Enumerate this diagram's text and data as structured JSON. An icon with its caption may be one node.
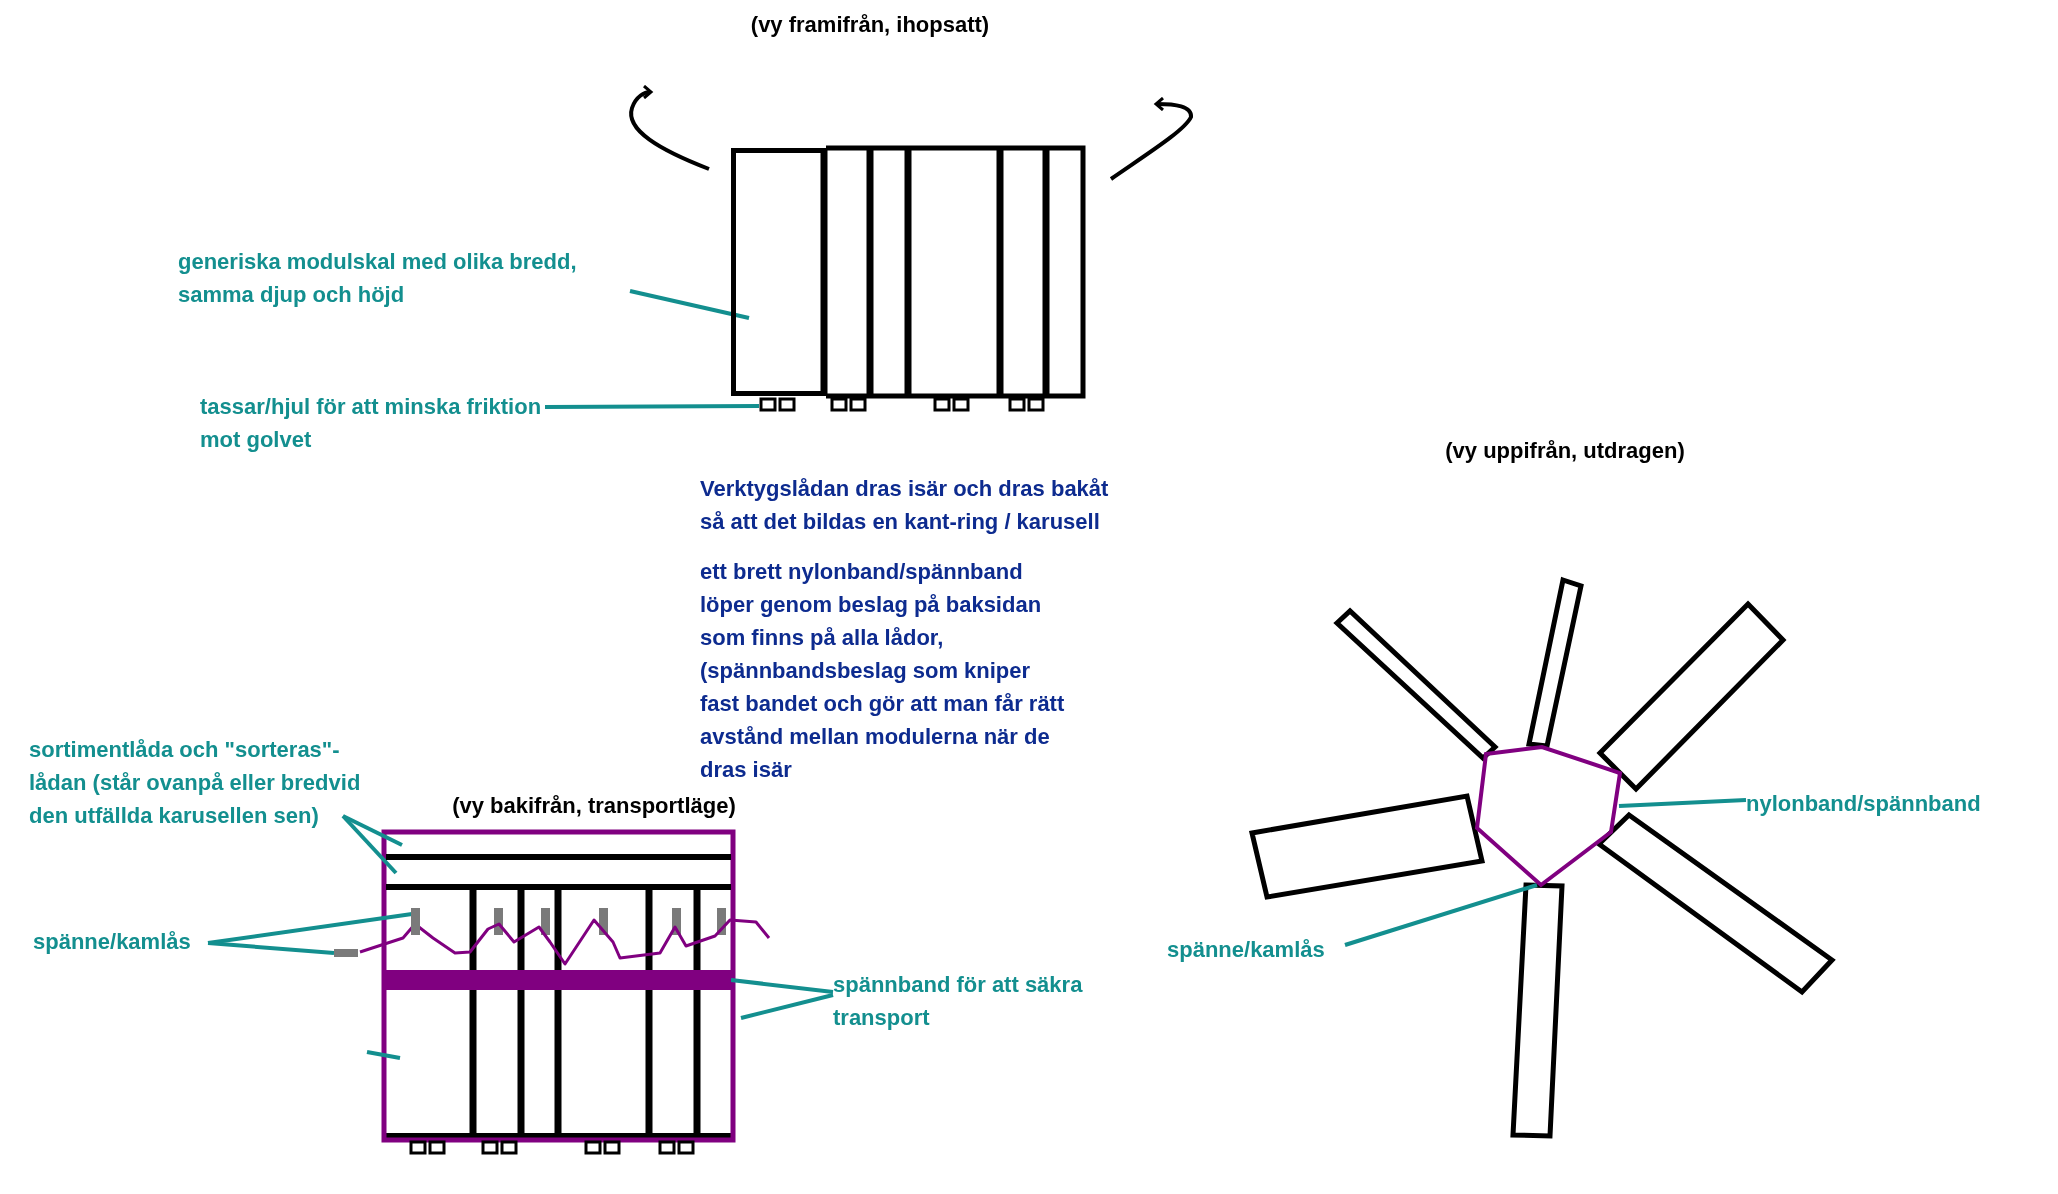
{
  "diagram": {
    "nodes": [
      {
        "text": [
          "generiska modulskal med olika bredd, samma djup och höjd"
        ]
      },
      {
        "text": [],
        "shape": "box"
      },
      {
        "text": [
          "tassar/hjul för att minska friktion mot golvet"
        ]
      },
      {
        "text": [],
        "shape": "box"
      },
      {
        "text": [
          "sortimentlåda och \"sorteras\"-lådan (står ovanpå eller bredvid den utfällda karusellen sen)"
        ]
      },
      {
        "text": [],
        "shape": "box"
      },
      {
        "text": [],
        "shape": "box"
      },
      {
        "text": [
          "spänne/kamlås"
        ]
      },
      {
        "text": [],
        "shape": "bar"
      },
      {
        "text": [],
        "shape": "bar"
      },
      {
        "text": [
          "spännband för att säkra transport"
        ]
      },
      {
        "text": [],
        "shape": "bar"
      },
      {
        "text": [
          "nylonband/spännband"
        ]
      },
      {
        "text": [],
        "shape": "hexagon"
      },
      {
        "text": [
          "spänne/kamlås"
        ]
      }
    ],
    "edges": [
      {
        "from": 0,
        "to": 1,
        "arrow": "none"
      },
      {
        "from": 2,
        "to": 3,
        "arrow": "none"
      },
      {
        "from": 4,
        "to": 5,
        "arrow": "none"
      },
      {
        "from": 4,
        "to": 6,
        "arrow": "none"
      },
      {
        "from": 7,
        "to": 8,
        "arrow": "none"
      },
      {
        "from": 7,
        "to": 9,
        "arrow": "none"
      },
      {
        "from": 10,
        "to": 11,
        "arrow": "none"
      },
      {
        "from": 10,
        "to": null,
        "arrow": "none"
      },
      {
        "from": 12,
        "to": 13,
        "arrow": "none"
      },
      {
        "from": 14,
        "to": 13,
        "arrow": "none"
      }
    ],
    "labels": [
      "(vy framifrån, ihopsatt)",
      "(vy uppifrån, utdragen)",
      "Verktygslådan dras isär och dras bakåt så att det bildas en kant-ring / karusell",
      "ett brett nylonband/spännband löper genom beslag på baksidan som finns på alla lådor, (spännbandsbeslag som kniper fast bandet och gör att man får rätt avstånd mellan modulerna när de dras isär",
      "(vy bakifrån, transportläge)"
    ]
  }
}
